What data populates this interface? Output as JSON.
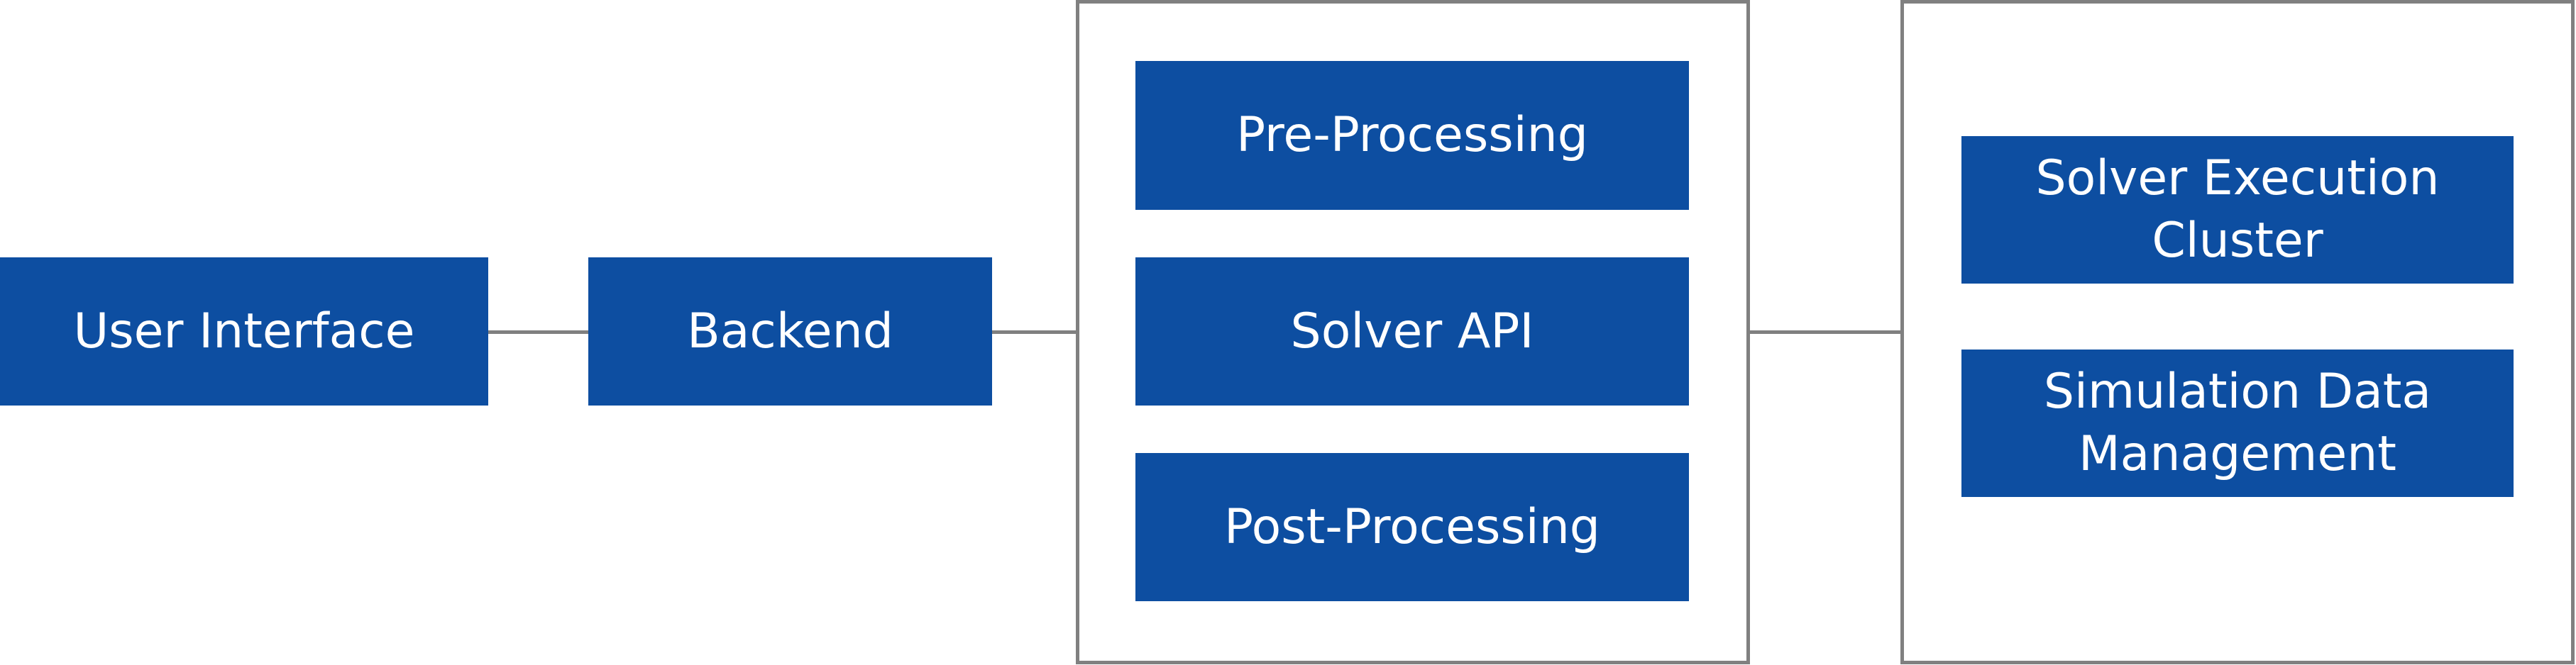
{
  "colors": {
    "node_fill": "#0d4ea1",
    "node_text": "#ffffff",
    "connector": "#808080"
  },
  "nodes": {
    "user_interface": "User Interface",
    "backend": "Backend",
    "pre_processing": "Pre-Processing",
    "solver_api": "Solver API",
    "post_processing": "Post-Processing",
    "solver_execution_cluster": "Solver Execution\nCluster",
    "simulation_data_management": "Simulation Data\nManagement"
  },
  "edges": [
    [
      "user_interface",
      "backend"
    ],
    [
      "backend",
      "solver-group"
    ],
    [
      "solver-group",
      "execution-group"
    ]
  ]
}
